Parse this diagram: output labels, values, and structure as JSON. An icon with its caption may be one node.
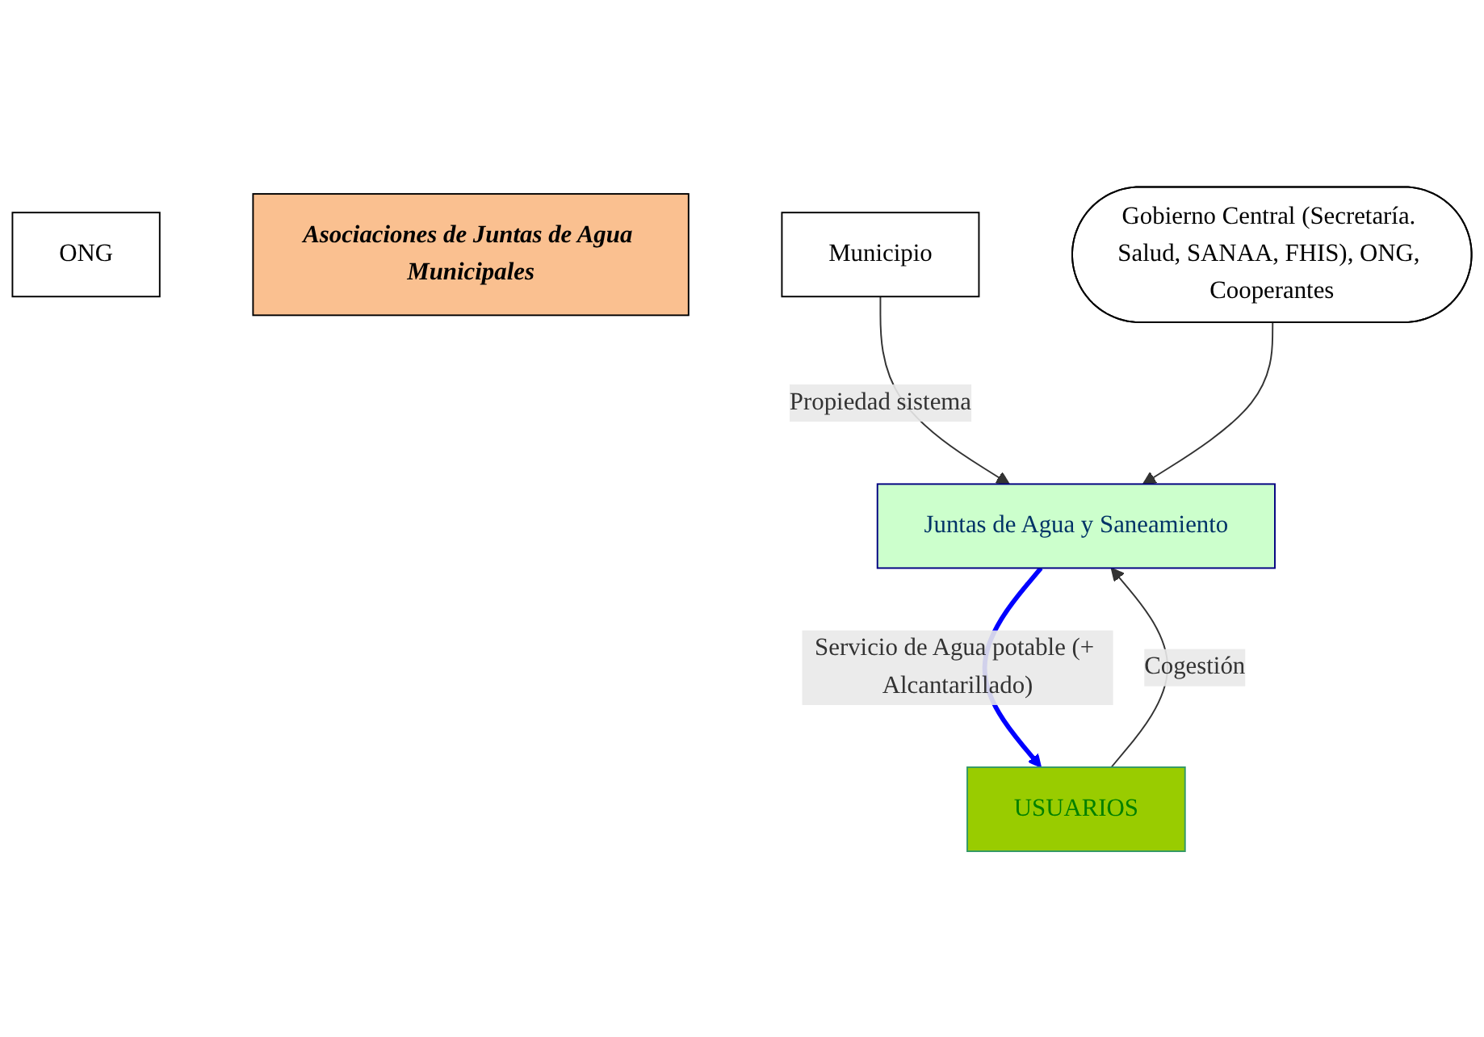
{
  "diagram": {
    "nodes": [
      {
        "text": [
          "ONG"
        ]
      },
      {
        "text": [
          "Asociaciones de Juntas de Agua Municipales"
        ]
      },
      {
        "text": [
          "Municipio"
        ]
      },
      {
        "text": [
          "Gobierno Central (Secretaría. Salud, SANAA, FHIS), ONG, Cooperantes"
        ]
      },
      {
        "text": [
          "Juntas de Agua y Saneamiento"
        ]
      },
      {
        "text": [
          "USUARIOS"
        ]
      }
    ],
    "edges": [
      {
        "from": 2,
        "to": 4,
        "arrow": "to",
        "label": "Propiedad sistema"
      },
      {
        "from": 3,
        "to": 4,
        "arrow": "to"
      },
      {
        "from": 4,
        "to": 5,
        "arrow": "to",
        "label": "Servicio de Agua potable (+ Alcantarillado)",
        "style": "thick",
        "color": "#0000ff"
      },
      {
        "from": 5,
        "to": 4,
        "arrow": "to",
        "label": "Cogestión"
      }
    ]
  }
}
